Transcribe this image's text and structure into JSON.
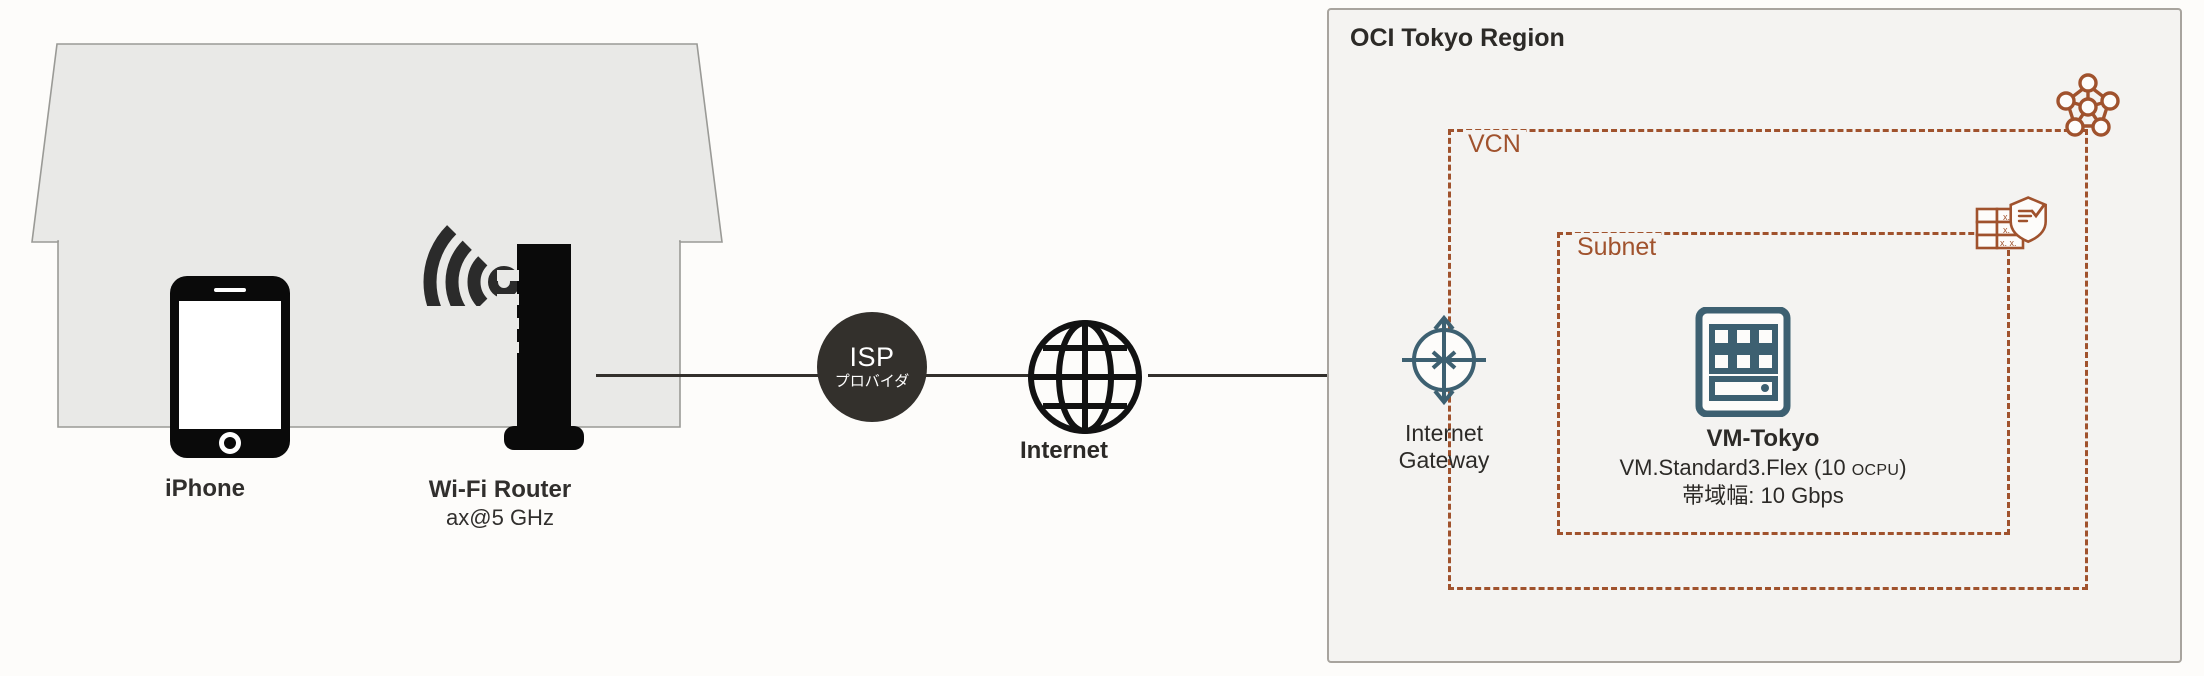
{
  "diagram": {
    "title_visible": false
  },
  "home": {
    "devices": [
      {
        "id": "iphone",
        "icon": "smartphone-icon",
        "label": "iPhone",
        "sub": ""
      },
      {
        "id": "wifi-router",
        "icon": "wifi-router-icon",
        "label": "Wi-Fi Router",
        "sub": "ax@5 GHz"
      }
    ]
  },
  "wan": {
    "isp": {
      "icon": "isp-circle-icon",
      "label": "ISP",
      "sublabel": "プロバイダ"
    },
    "internet": {
      "icon": "globe-icon",
      "label": "Internet"
    }
  },
  "cloud": {
    "region": {
      "title": "OCI Tokyo Region"
    },
    "vcn": {
      "label": "VCN",
      "icon": "vcn-network-icon"
    },
    "subnet": {
      "label": "Subnet",
      "icon": "security-list-icon"
    },
    "internet_gateway": {
      "icon": "internet-gateway-icon",
      "label_line1": "Internet",
      "label_line2": "Gateway"
    },
    "vm": {
      "icon": "vm-instance-icon",
      "name": "VM-Tokyo",
      "shape_prefix": "VM.Standard3.Flex (10 ",
      "shape_ocpu": "OCPU",
      "shape_suffix": ")",
      "bandwidth": "帯域幅: 10 Gbps"
    }
  },
  "colors": {
    "accent_orange": "#a0522d",
    "accent_teal": "#3d6071",
    "dark": "#33302c",
    "house_fill": "#e9e9e7",
    "region_fill": "#f4f3f1",
    "page_bg": "#fdfcfa"
  }
}
